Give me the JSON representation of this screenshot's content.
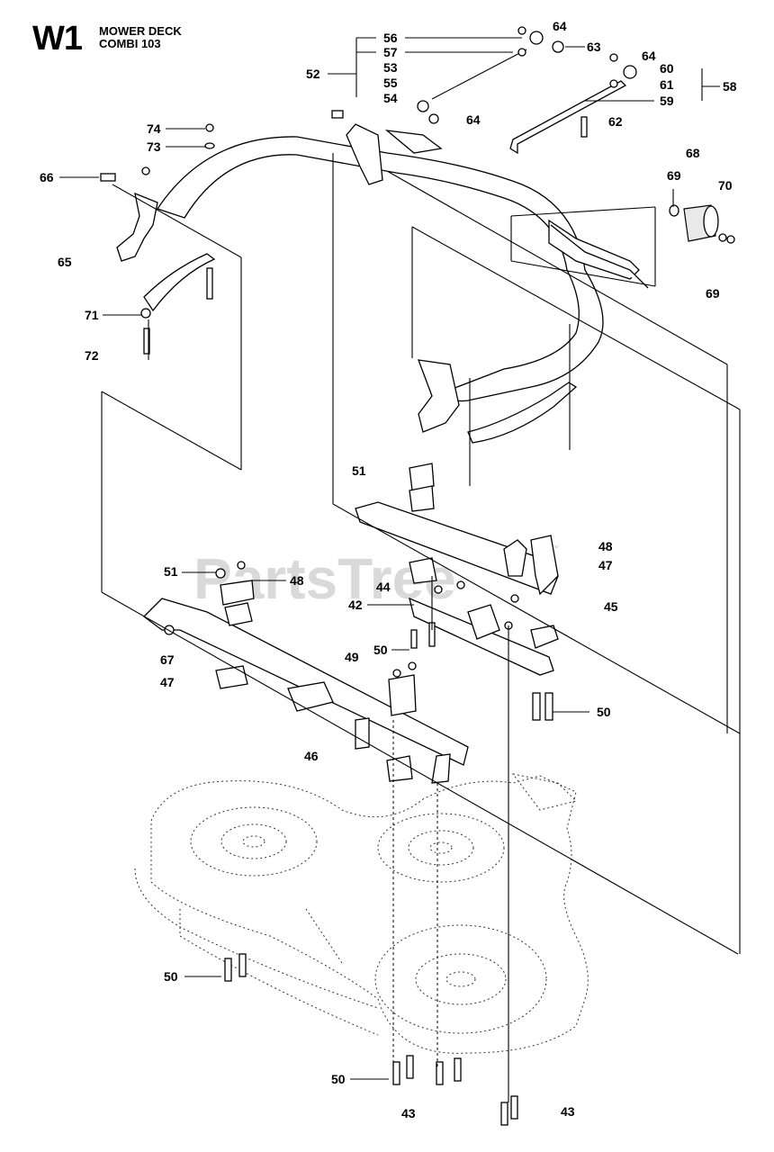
{
  "header": {
    "code": "W1",
    "title_line1": "MOWER DECK",
    "title_line2": "COMBI 103"
  },
  "watermark": {
    "text": "PartsTree",
    "tm": "™"
  },
  "callouts": {
    "c56": "56",
    "c57": "57",
    "c53": "53",
    "c55": "55",
    "c54": "54",
    "c52": "52",
    "c64a": "64",
    "c63": "63",
    "c64b": "64",
    "c60": "60",
    "c61": "61",
    "c59": "59",
    "c58": "58",
    "c64c": "64",
    "c62": "62",
    "c74": "74",
    "c73": "73",
    "c66": "66",
    "c65": "65",
    "c71": "71",
    "c72": "72",
    "c68": "68",
    "c69a": "69",
    "c70": "70",
    "c69b": "69",
    "c51a": "51",
    "c51b": "51",
    "c48a": "48",
    "c48b": "48",
    "c47a": "47",
    "c44": "44",
    "c42": "42",
    "c45": "45",
    "c67": "67",
    "c47b": "47",
    "c50a": "50",
    "c49": "49",
    "c50b": "50",
    "c46": "46",
    "c50c": "50",
    "c50d": "50",
    "c43a": "43",
    "c43b": "43"
  }
}
